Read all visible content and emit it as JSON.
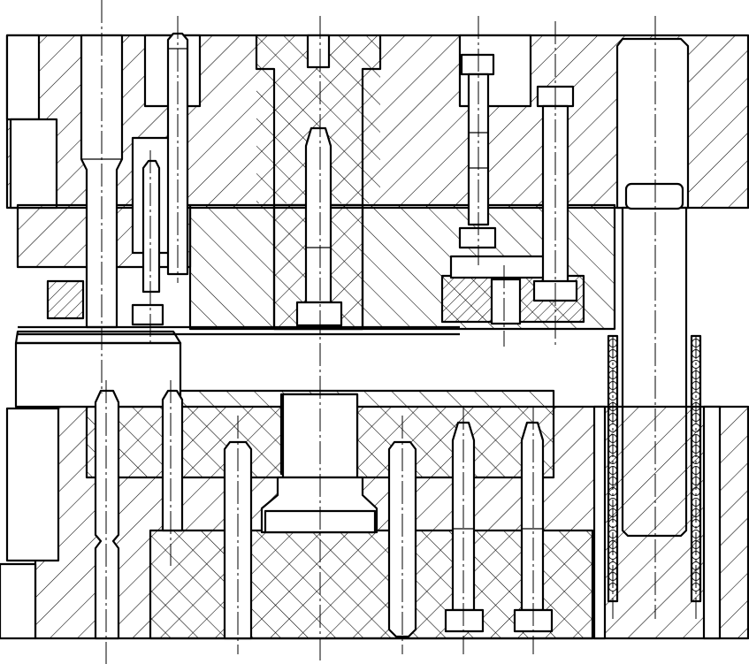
{
  "drawing": {
    "palette": {
      "line": "#000000",
      "background": "#ffffff"
    },
    "upper_die": {
      "plates": [
        "top-plate",
        "backing-plate",
        "punch-holder",
        "stripper-plate"
      ],
      "fasteners": [
        "guide-pin-left",
        "dowel-pin-upper",
        "punch-retaining-screw",
        "socket-head-screw-upper",
        "stripper-bolt"
      ]
    },
    "lower_die": {
      "plates": [
        "die-plate",
        "die-holder",
        "bottom-plate"
      ],
      "fasteners": [
        "dowel-pin-lower-left",
        "dowel-pin-lower-middle",
        "socket-head-screw-lower-left",
        "socket-head-screw-lower-right"
      ]
    },
    "side_parts": [
      "guide-post",
      "ball-cage-left",
      "ball-cage-right",
      "side-block-left"
    ],
    "centerlines": 12
  }
}
